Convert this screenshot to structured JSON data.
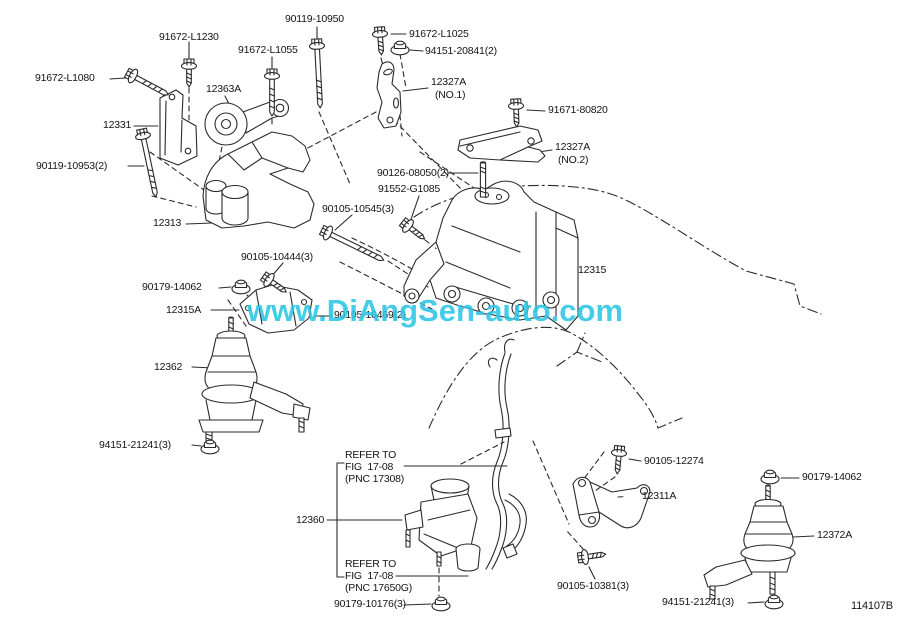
{
  "diagram": {
    "code": "114107B",
    "watermark": {
      "text": "www.DiAngSen-auto.com",
      "color": "#2BC6E6"
    },
    "line_color": "#2b2b2b",
    "labels": {
      "w90119_10950": "90119-10950",
      "w91672_L1230": "91672-L1230",
      "w91672_L1055": "91672-L1055",
      "w91672_L1025": "91672-L1025",
      "w94151_20841": "94151-20841(2)",
      "w91672_L1080": "91672-L1080",
      "w12363A": "12363A",
      "w12327A_no1": "12327A",
      "w12327A_no1_sub": "(NO.1)",
      "w12331": "12331",
      "w91671_80820": "91671-80820",
      "w12327A_no2": "12327A",
      "w12327A_no2_sub": "(NO.2)",
      "w90119_10953": "90119-10953(2)",
      "w90126_08050": "90126-08050(2)",
      "w91552_G1085": "91552-G1085",
      "w90105_10545": "90105-10545(3)",
      "w12313": "12313",
      "w90105_10444": "90105-10444(3)",
      "w12315": "12315",
      "w90179_14062_a": "90179-14062",
      "w12315A": "12315A",
      "w90105_10469": "90105-10469(2)",
      "w12362": "12362",
      "w94151_21241_a": "94151-21241(3)",
      "refer1_l1": "REFER TO",
      "refer1_l2": "FIG  17-08",
      "refer1_l3": "(PNC 17308)",
      "w12360": "12360",
      "w90105_12274": "90105-12274",
      "w12311A": "12311A",
      "refer2_l1": "REFER TO",
      "refer2_l2": "FIG  17-08",
      "refer2_l3": "(PNC 17650G)",
      "w90105_10381": "90105-10381(3)",
      "w90179_14062_b": "90179-14062",
      "w12372A": "12372A",
      "w90179_10176": "90179-10176(3)",
      "w94151_21241_b": "94151-21241(3)"
    }
  }
}
